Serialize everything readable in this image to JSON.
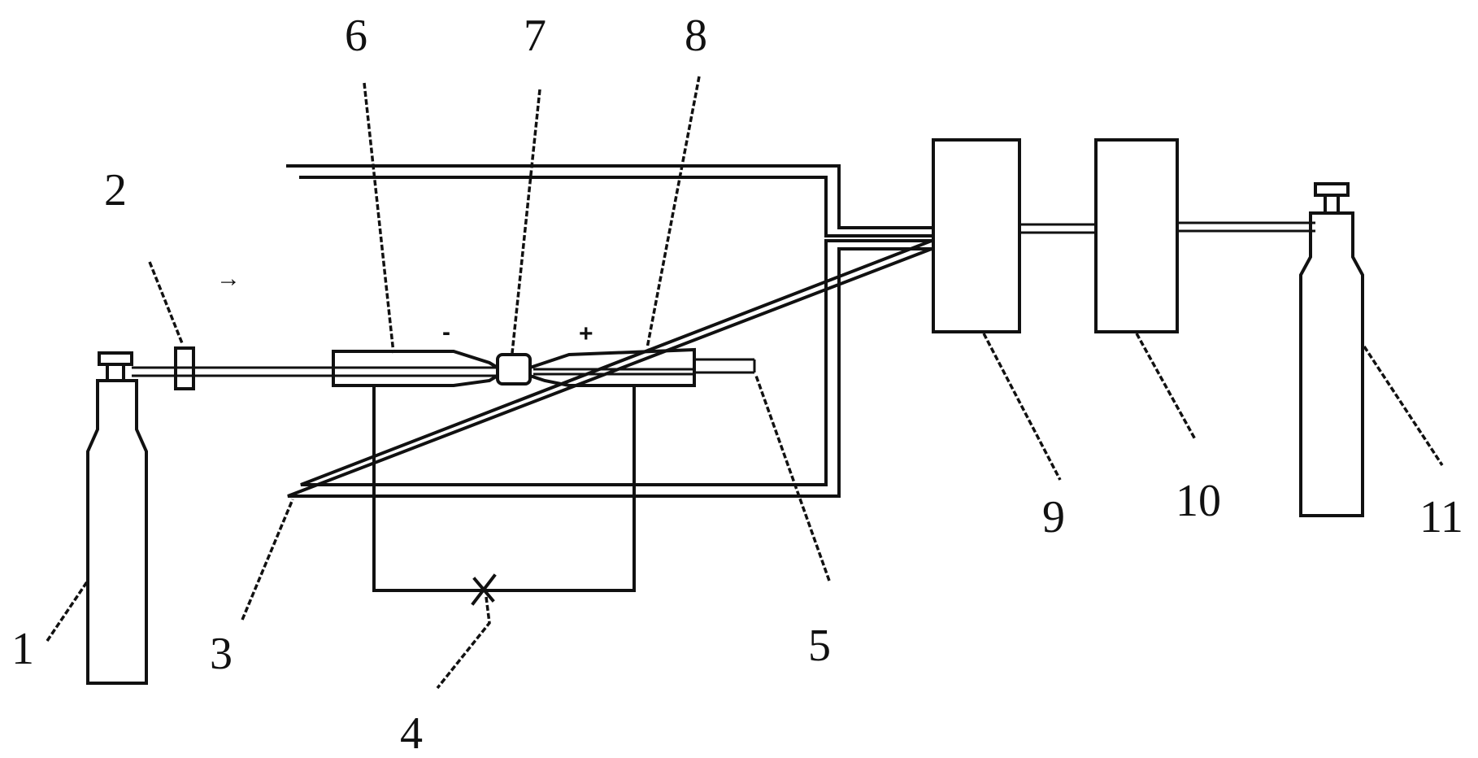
{
  "labels": {
    "l1": "1",
    "l2": "2",
    "l3": "3",
    "l4": "4",
    "l5": "5",
    "l6": "6",
    "l7": "7",
    "l8": "8",
    "l9": "9",
    "l10": "10",
    "l11": "11"
  },
  "electrodes": {
    "negative": "-",
    "positive": "+"
  },
  "flow_arrow": "→",
  "colors": {
    "ink": "#111111",
    "background": "#ffffff"
  }
}
